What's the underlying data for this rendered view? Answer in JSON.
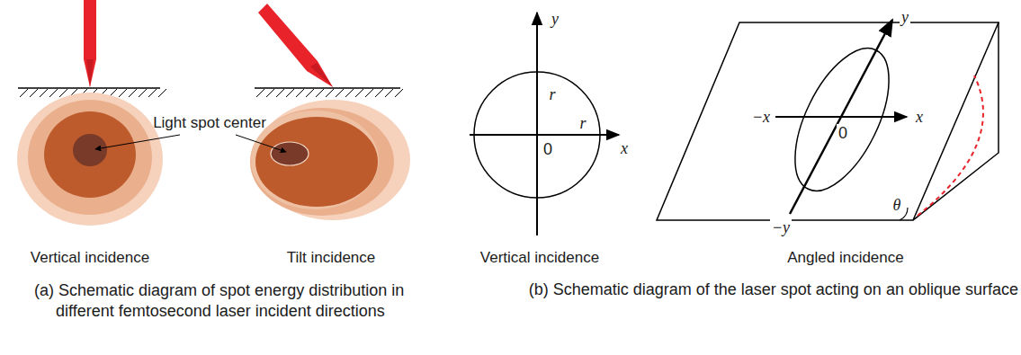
{
  "diagram": {
    "labels": [
      "Light spot center",
      "Vertical incidence",
      "Tilt incidence",
      "(a) Schematic diagram of spot energy distribution in different femtosecond laser incident directions",
      "y",
      "r",
      "r",
      "x",
      "0",
      "Vertical incidence",
      "y",
      "−x",
      "x",
      "0",
      "−y",
      "θ",
      "Angled incidence",
      "(b) Schematic diagram of the laser spot acting on an oblique surface"
    ]
  }
}
